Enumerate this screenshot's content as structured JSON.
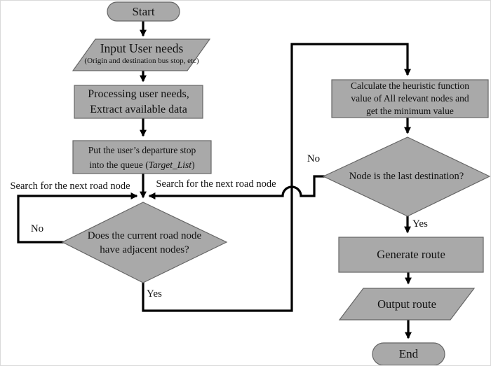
{
  "colors": {
    "shape_fill": "#a9a9a9",
    "shape_stroke": "#666666",
    "connector": "#000000",
    "background": "#ffffff",
    "text": "#111111"
  },
  "nodes": {
    "start": {
      "label": "Start"
    },
    "input_user_needs": {
      "title": "Input User needs",
      "subtitle": "(Origin and destination bus stop, etc)"
    },
    "processing": {
      "line1": "Processing user needs,",
      "line2": "Extract available data"
    },
    "enqueue": {
      "line1": "Put the user’s departure stop",
      "line2_prefix": "into the queue (",
      "line2_italic": "Target_List",
      "line2_suffix": ")"
    },
    "adjacent_decision": {
      "line1": "Does the current road node",
      "line2": "have adjacent nodes?"
    },
    "heuristic": {
      "line1": "Calculate the heuristic function",
      "line2": "value of All relevant nodes and",
      "line3": "get the minimum value"
    },
    "destination_decision": {
      "label": "Node is the last destination?"
    },
    "generate_route": {
      "label": "Generate route"
    },
    "output_route": {
      "label": "Output route"
    },
    "end": {
      "label": "End"
    }
  },
  "edge_labels": {
    "search_left": "Search for the next road node",
    "search_right": "Search for the next road node",
    "no_adjacent": "No",
    "yes_adjacent": "Yes",
    "no_destination": "No",
    "yes_destination": "Yes"
  }
}
